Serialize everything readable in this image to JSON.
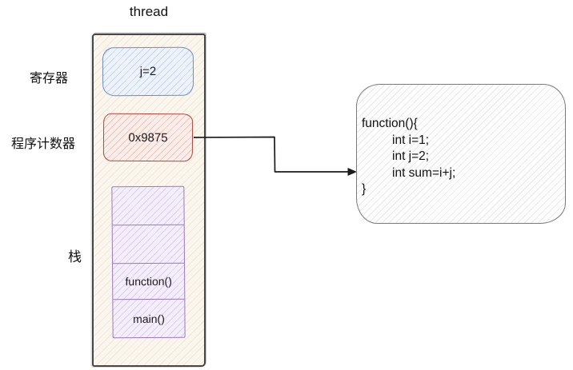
{
  "diagram": {
    "title": "thread",
    "thread_container": {
      "register_label": "寄存器",
      "register_value": "j=2",
      "pc_label": "程序计数器",
      "pc_value": "0x9875",
      "stack_label": "栈",
      "stack_cells": [
        "",
        "",
        "function()",
        "main()"
      ]
    },
    "code_block": {
      "lines": [
        {
          "text": "function(){",
          "indent": 0
        },
        {
          "text": "int i=1;",
          "indent": 1
        },
        {
          "text": "int j=2;",
          "indent": 1
        },
        {
          "text": "int sum=i+j;",
          "indent": 1
        },
        {
          "text": "}",
          "indent": 0
        }
      ]
    },
    "colors": {
      "register_stroke": "#6d8dc5",
      "register_fill": "#eef3fb",
      "pc_stroke": "#b2463b",
      "pc_fill": "#fbeeea",
      "stack_stroke": "#9b79c4",
      "stack_fill": "#f4eefb",
      "container_stroke": "#474747",
      "container_fill": "#faf6ee",
      "code_stroke": "#7a7a7a",
      "arrow": "#1b1b1b"
    }
  }
}
